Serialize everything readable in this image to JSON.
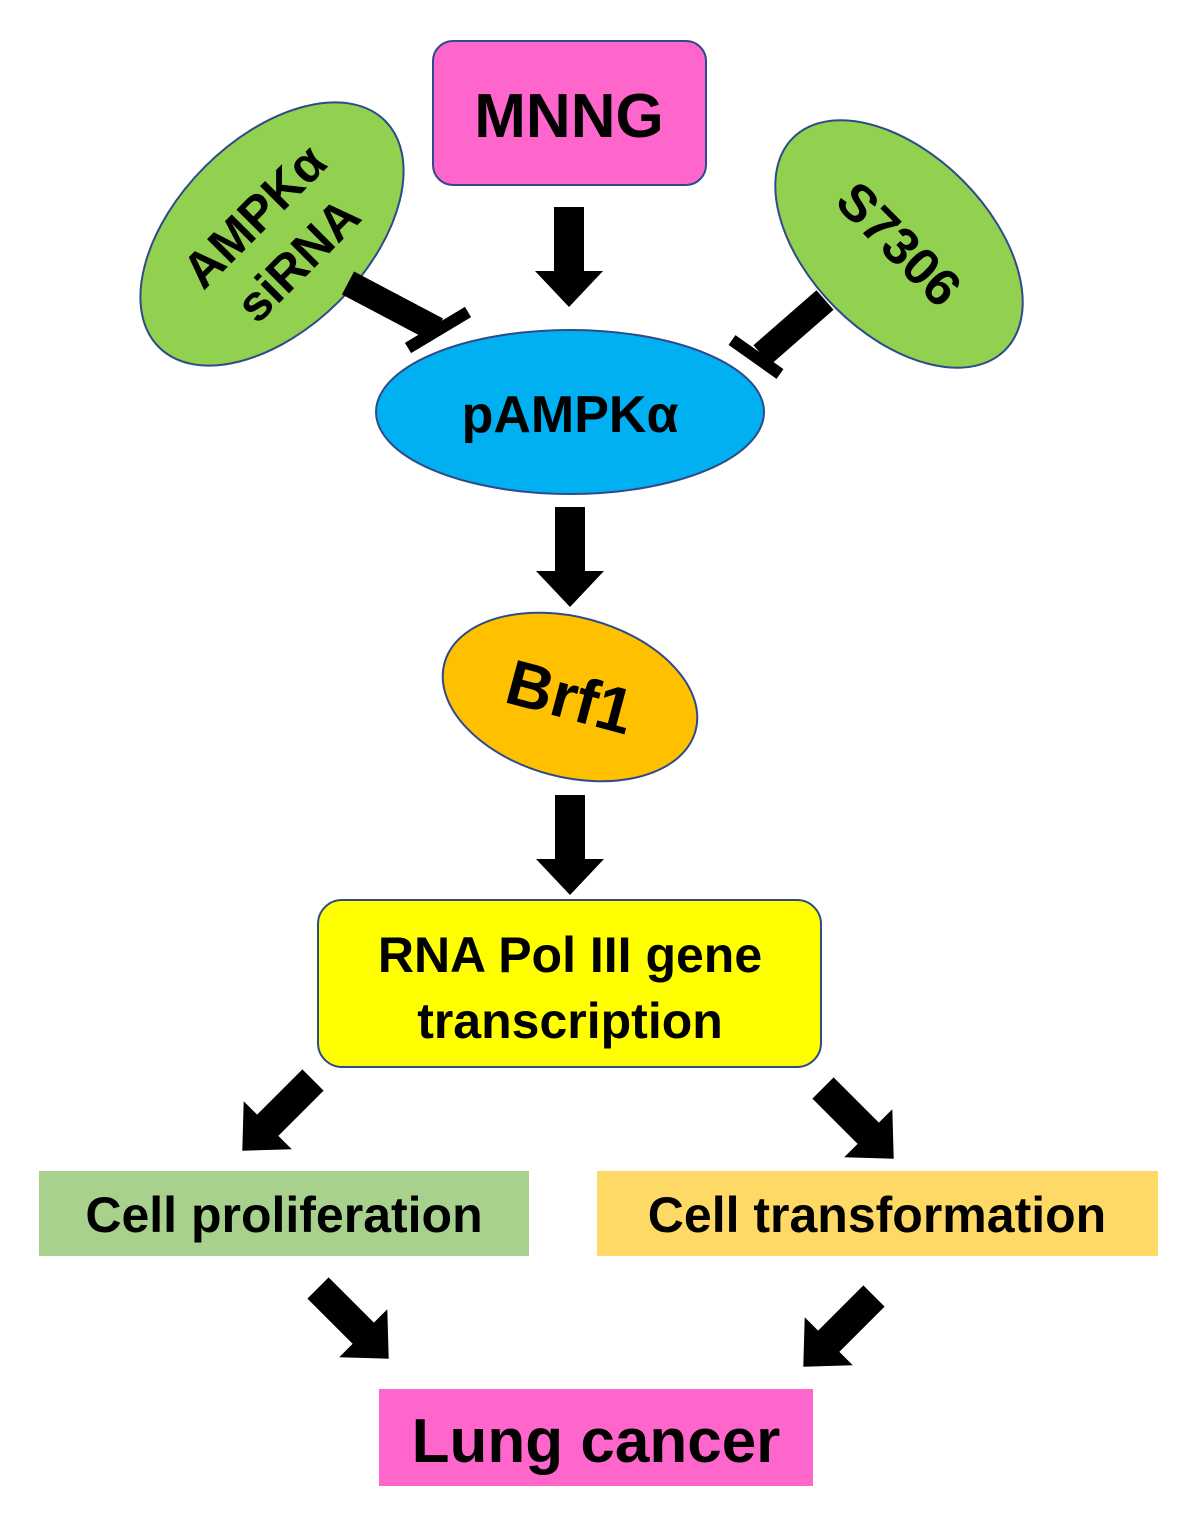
{
  "nodes": {
    "mnng": {
      "label": "MNNG",
      "color": "#FF66CC"
    },
    "ampk_sirna": {
      "label_line1": "AMPKα",
      "label_line2": "siRNA",
      "color": "#92D050"
    },
    "s7306": {
      "label": "S7306",
      "color": "#92D050"
    },
    "pampk": {
      "label": "pAMPKα",
      "color": "#00B0F0"
    },
    "brf1": {
      "label": "Brf1",
      "color": "#FFC000"
    },
    "rna_pol": {
      "label_line1": "RNA Pol III gene",
      "label_line2": "transcription",
      "color": "#FFFF00"
    },
    "cell_prolif": {
      "label": "Cell proliferation",
      "color": "#A9D18E"
    },
    "cell_transform": {
      "label": "Cell transformation",
      "color": "#FFD966"
    },
    "lung_cancer": {
      "label": "Lung cancer",
      "color": "#FF66CC"
    }
  },
  "edges": [
    {
      "from": "mnng",
      "to": "pampk",
      "type": "activation"
    },
    {
      "from": "ampk_sirna",
      "to": "pampk",
      "type": "inhibition"
    },
    {
      "from": "s7306",
      "to": "pampk",
      "type": "inhibition"
    },
    {
      "from": "pampk",
      "to": "brf1",
      "type": "activation"
    },
    {
      "from": "brf1",
      "to": "rna_pol",
      "type": "activation"
    },
    {
      "from": "rna_pol",
      "to": "cell_prolif",
      "type": "activation"
    },
    {
      "from": "rna_pol",
      "to": "cell_transform",
      "type": "activation"
    },
    {
      "from": "cell_prolif",
      "to": "lung_cancer",
      "type": "activation"
    },
    {
      "from": "cell_transform",
      "to": "lung_cancer",
      "type": "activation"
    }
  ]
}
